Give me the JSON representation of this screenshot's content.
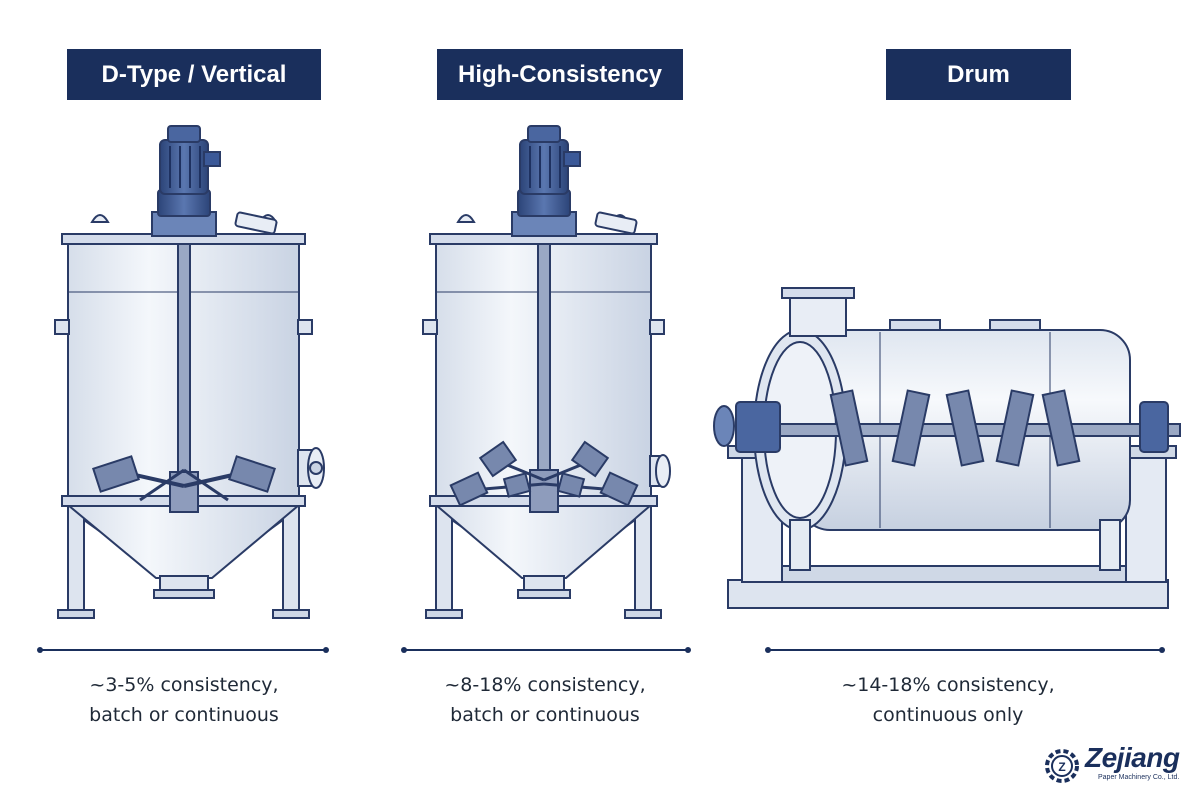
{
  "mixers": [
    {
      "title": "D-Type / Vertical",
      "caption_line1": "~3-5% consistency,",
      "caption_line2": "batch or continuous"
    },
    {
      "title": "High-Consistency",
      "caption_line1": "~8-18% consistency,",
      "caption_line2": "batch or continuous"
    },
    {
      "title": "Drum",
      "caption_line1": "~14-18% consistency,",
      "caption_line2": "continuous only"
    }
  ],
  "logo": {
    "name": "Zejiang",
    "subtitle": "Paper Machinery Co., Ltd.",
    "icon": "gear-icon"
  },
  "colors": {
    "title_bg": "#1a2f5c",
    "title_text": "#ffffff",
    "line": "#1a2f5c",
    "caption_text": "#1f2937",
    "equipment_stroke": "#2a3b66",
    "equipment_fill": "#e8edf5",
    "motor": "#3b5998"
  }
}
